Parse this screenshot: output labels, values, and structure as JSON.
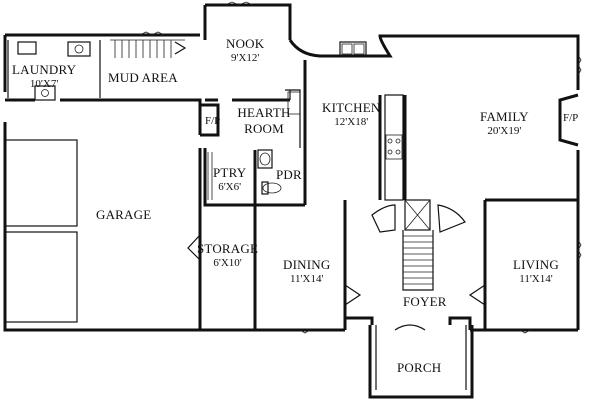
{
  "rooms": {
    "laundry": {
      "name": "LAUNDRY",
      "dim": "10'X7'"
    },
    "mud_area": {
      "name": "MUD AREA"
    },
    "nook": {
      "name": "NOOK",
      "dim": "9'X12'"
    },
    "hearth_room": {
      "name": "HEARTH ROOM"
    },
    "kitchen": {
      "name": "KITCHEN",
      "dim": "12'X18'"
    },
    "family": {
      "name": "FAMILY",
      "dim": "20'X19'"
    },
    "garage": {
      "name": "GARAGE"
    },
    "pantry": {
      "name": "PTRY",
      "dim": "6'X6'"
    },
    "powder": {
      "name": "PDR"
    },
    "storage": {
      "name": "STORAGE",
      "dim": "6'X10'"
    },
    "dining": {
      "name": "DINING",
      "dim": "11'X14'"
    },
    "foyer": {
      "name": "FOYER"
    },
    "living": {
      "name": "LIVING",
      "dim": "11'X14'"
    },
    "porch": {
      "name": "PORCH"
    }
  },
  "fireplaces": {
    "hearth": "F/P",
    "family": "F/P"
  }
}
